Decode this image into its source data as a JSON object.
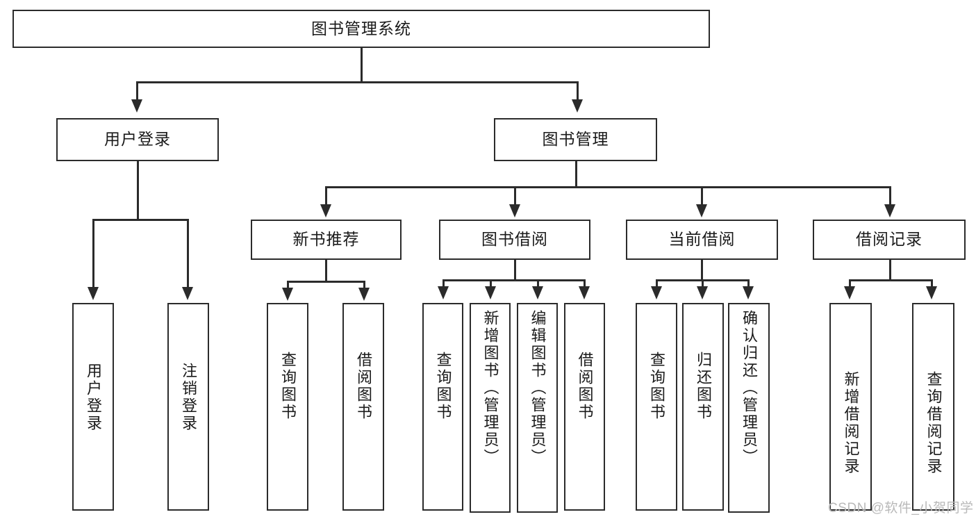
{
  "diagram": {
    "title": "图书管理系统",
    "watermark": "CSDN @软件_小贺同学",
    "accent_color": "#2b2b2b",
    "background_color": "#ffffff",
    "root": {
      "id": "root",
      "label": "图书管理系统"
    },
    "level2": [
      {
        "id": "user-login",
        "label": "用户登录"
      },
      {
        "id": "book-manage",
        "label": "图书管理"
      }
    ],
    "level3": [
      {
        "id": "new-book-recommend",
        "label": "新书推荐"
      },
      {
        "id": "book-borrow",
        "label": "图书借阅"
      },
      {
        "id": "current-borrow",
        "label": "当前借阅"
      },
      {
        "id": "borrow-record",
        "label": "借阅记录"
      }
    ],
    "leaves": {
      "user_login": [
        {
          "id": "leaf-user-login",
          "label": "用户登录"
        },
        {
          "id": "leaf-logout-login",
          "label": "注销登录"
        }
      ],
      "new_book_recommend": [
        {
          "id": "leaf-query-book-1",
          "label": "查询图书"
        },
        {
          "id": "leaf-borrow-book-1",
          "label": "借阅图书"
        }
      ],
      "book_borrow": [
        {
          "id": "leaf-query-book-2",
          "label": "查询图书"
        },
        {
          "id": "leaf-add-book-admin",
          "label": "新增图书（管理员）"
        },
        {
          "id": "leaf-edit-book-admin",
          "label": "编辑图书（管理员）"
        },
        {
          "id": "leaf-borrow-book-2",
          "label": "借阅图书"
        }
      ],
      "current_borrow": [
        {
          "id": "leaf-query-book-3",
          "label": "查询图书"
        },
        {
          "id": "leaf-return-book",
          "label": "归还图书"
        },
        {
          "id": "leaf-confirm-return-admin",
          "label": "确认归还（管理员）"
        }
      ],
      "borrow_record": [
        {
          "id": "leaf-add-borrow-record",
          "label": "新增借阅记录"
        },
        {
          "id": "leaf-query-borrow-record",
          "label": "查询借阅记录"
        }
      ]
    }
  }
}
